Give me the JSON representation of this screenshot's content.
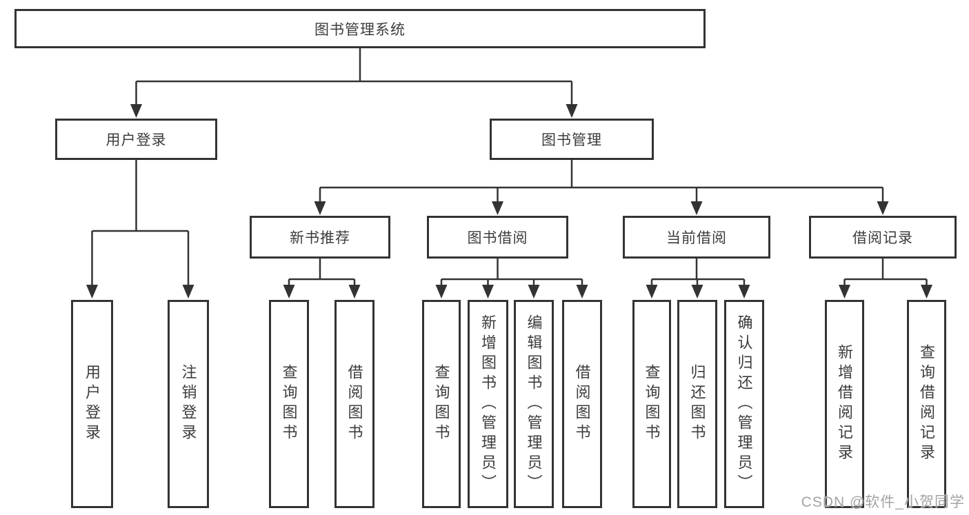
{
  "tree": {
    "root": "图书管理系统",
    "user_login": {
      "label": "用户登录",
      "children": [
        "用户登录",
        "注销登录"
      ]
    },
    "book_management": {
      "label": "图书管理",
      "groups": [
        {
          "label": "新书推荐",
          "children": [
            "查询图书",
            "借阅图书"
          ]
        },
        {
          "label": "图书借阅",
          "children": [
            "查询图书",
            "新增图书（管理员）",
            "编辑图书（管理员）",
            "借阅图书"
          ]
        },
        {
          "label": "当前借阅",
          "children": [
            "查询图书",
            "归还图书",
            "确认归还（管理员）"
          ]
        },
        {
          "label": "借阅记录",
          "children": [
            "新增借阅记录",
            "查询借阅记录"
          ]
        }
      ]
    }
  },
  "colors": {
    "line": "#333333",
    "text": "#3c3c3c",
    "watermark": "#a3a3a3"
  },
  "watermark": {
    "text": "CSDN @软件_小贺同学"
  }
}
